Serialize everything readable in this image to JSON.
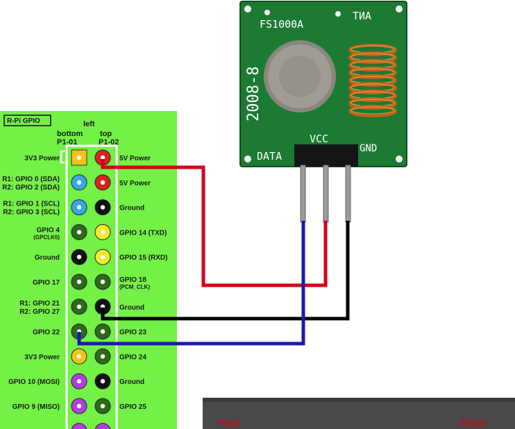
{
  "header": {
    "title": "R-Pi GPIO",
    "side_label": "left",
    "col_left_title": "bottom",
    "col_left_sub": "P1-01",
    "col_right_title": "top",
    "col_right_sub": "P1-02"
  },
  "pins": [
    {
      "left": "3V3 Power",
      "right": "5V Power",
      "left_color": "#f5c21a",
      "right_color": "#d8231f"
    },
    {
      "left": "R1: GPIO 0 (SDA)|R2: GPIO 2 (SDA)",
      "right": "5V Power",
      "left_color": "#3aa7e6",
      "right_color": "#d8231f"
    },
    {
      "left": "R1: GPIO 1 (SCL)|R2: GPIO 3 (SCL)",
      "right": "Ground",
      "left_color": "#3aa7e6",
      "right_color": "#111111"
    },
    {
      "left": "GPIO 4|(GPCLK0)",
      "right": "GPIO 14 (TXD)",
      "left_color": "#2f6a1a",
      "right_color": "#f3e82b"
    },
    {
      "left": "Ground",
      "right": "GPIO 15 (RXD)",
      "left_color": "#111111",
      "right_color": "#f3e82b"
    },
    {
      "left": "GPIO 17",
      "right": "GPIO 18|(PCM_CLK)",
      "left_color": "#2f6a1a",
      "right_color": "#2f6a1a"
    },
    {
      "left": "R1: GPIO 21|R2: GPIO 27",
      "right": "Ground",
      "left_color": "#2f6a1a",
      "right_color": "#111111"
    },
    {
      "left": "GPIO 22",
      "right": "GPIO 23",
      "left_color": "#2f6a1a",
      "right_color": "#2f6a1a"
    },
    {
      "left": "3V3 Power",
      "right": "GPIO 24",
      "left_color": "#f5c21a",
      "right_color": "#2f6a1a"
    },
    {
      "left": "GPIO 10 (MOSI)",
      "right": "Ground",
      "left_color": "#b43de0",
      "right_color": "#111111"
    },
    {
      "left": "GPIO 9 (MISO)",
      "right": "GPIO 25",
      "left_color": "#b43de0",
      "right_color": "#2f6a1a"
    },
    {
      "left": "",
      "right": "",
      "left_color": "#b43de0",
      "right_color": "#b43de0"
    }
  ],
  "module": {
    "model": "FS1000A",
    "brand": "TИA",
    "year": "2008-8",
    "pin_data": "DATA",
    "pin_vcc": "VCC",
    "pin_gnd": "GND"
  },
  "connector": {
    "pin_start": "Pin2",
    "pin_end": "Pin26"
  },
  "colors": {
    "board_green": "#73f146",
    "pcb_green": "#1d7a33",
    "wire_vcc": "#d4001a",
    "wire_gnd": "#000000",
    "wire_data": "#1a1aa8"
  }
}
